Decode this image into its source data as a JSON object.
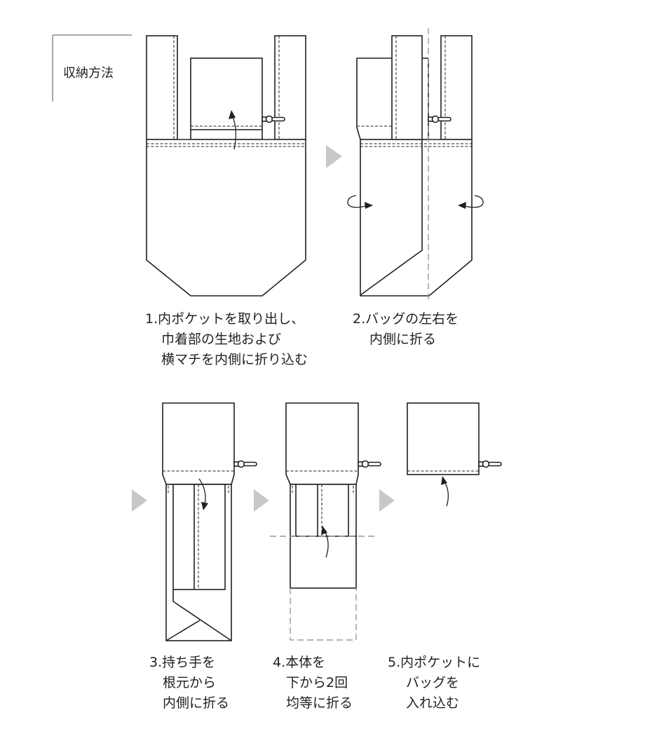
{
  "title": "収納方法",
  "steps": [
    {
      "lines": [
        "1.内ポケットを取り出し、",
        "巾着部の生地および",
        "横マチを内側に折り込む"
      ]
    },
    {
      "lines": [
        "2.バッグの左右を",
        "内側に折る"
      ]
    },
    {
      "lines": [
        "3.持ち手を",
        "根元から",
        "内側に折る"
      ]
    },
    {
      "lines": [
        "4.本体を",
        "下から2回",
        "均等に折る"
      ]
    },
    {
      "lines": [
        "5.内ポケットに",
        "バッグを",
        "入れ込む"
      ]
    }
  ],
  "colors": {
    "line": "#231f20",
    "arrow_triangle": "#c8c8c8",
    "guide": "#999999"
  }
}
